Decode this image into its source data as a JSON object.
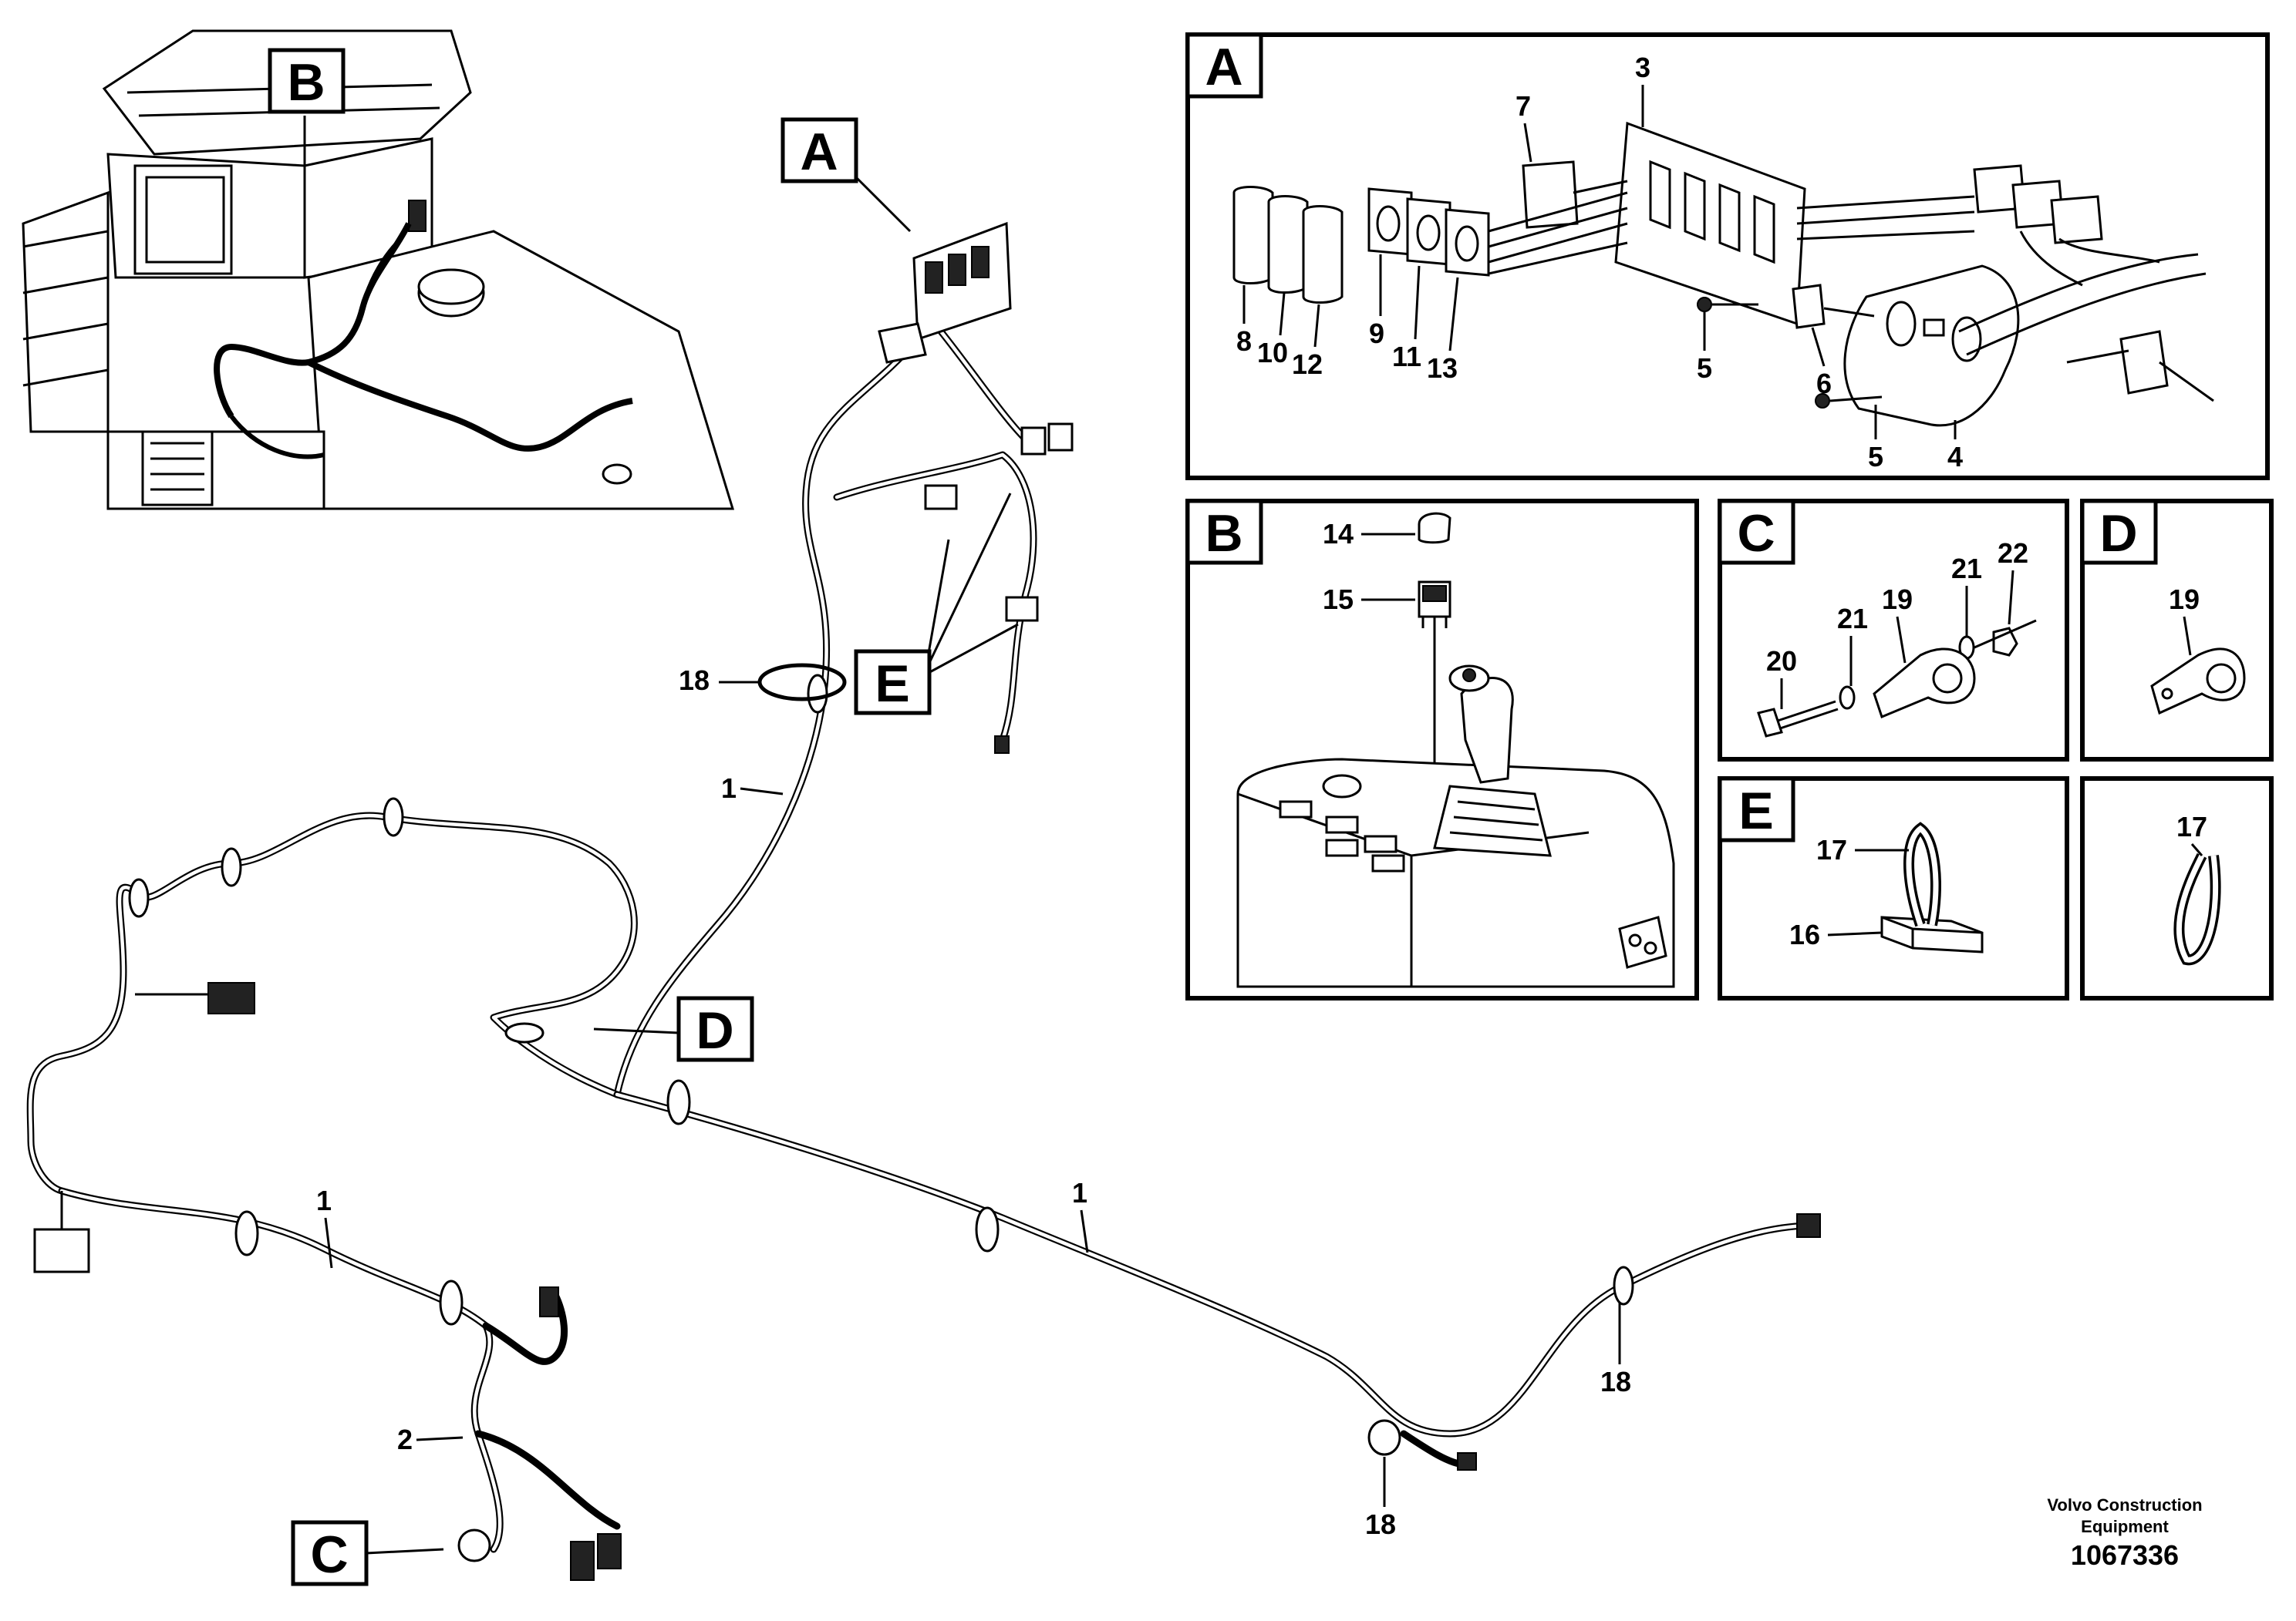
{
  "callouts": {
    "A": "A",
    "B": "B",
    "C": "C",
    "D": "D",
    "E": "E"
  },
  "detail_panels": {
    "A": "A",
    "B": "B",
    "C": "C",
    "D": "D",
    "E": "E"
  },
  "item_numbers": {
    "n1": "1",
    "n2": "2",
    "n3": "3",
    "n4": "4",
    "n5": "5",
    "n6": "6",
    "n7": "7",
    "n8": "8",
    "n9": "9",
    "n10": "10",
    "n11": "11",
    "n12": "12",
    "n13": "13",
    "n14": "14",
    "n15": "15",
    "n16": "16",
    "n17": "17",
    "n18": "18",
    "n19": "19",
    "n20": "20",
    "n21": "21",
    "n22": "22"
  },
  "footer": {
    "brand_line1": "Volvo Construction",
    "brand_line2": "Equipment",
    "drawing_number": "1067336"
  }
}
